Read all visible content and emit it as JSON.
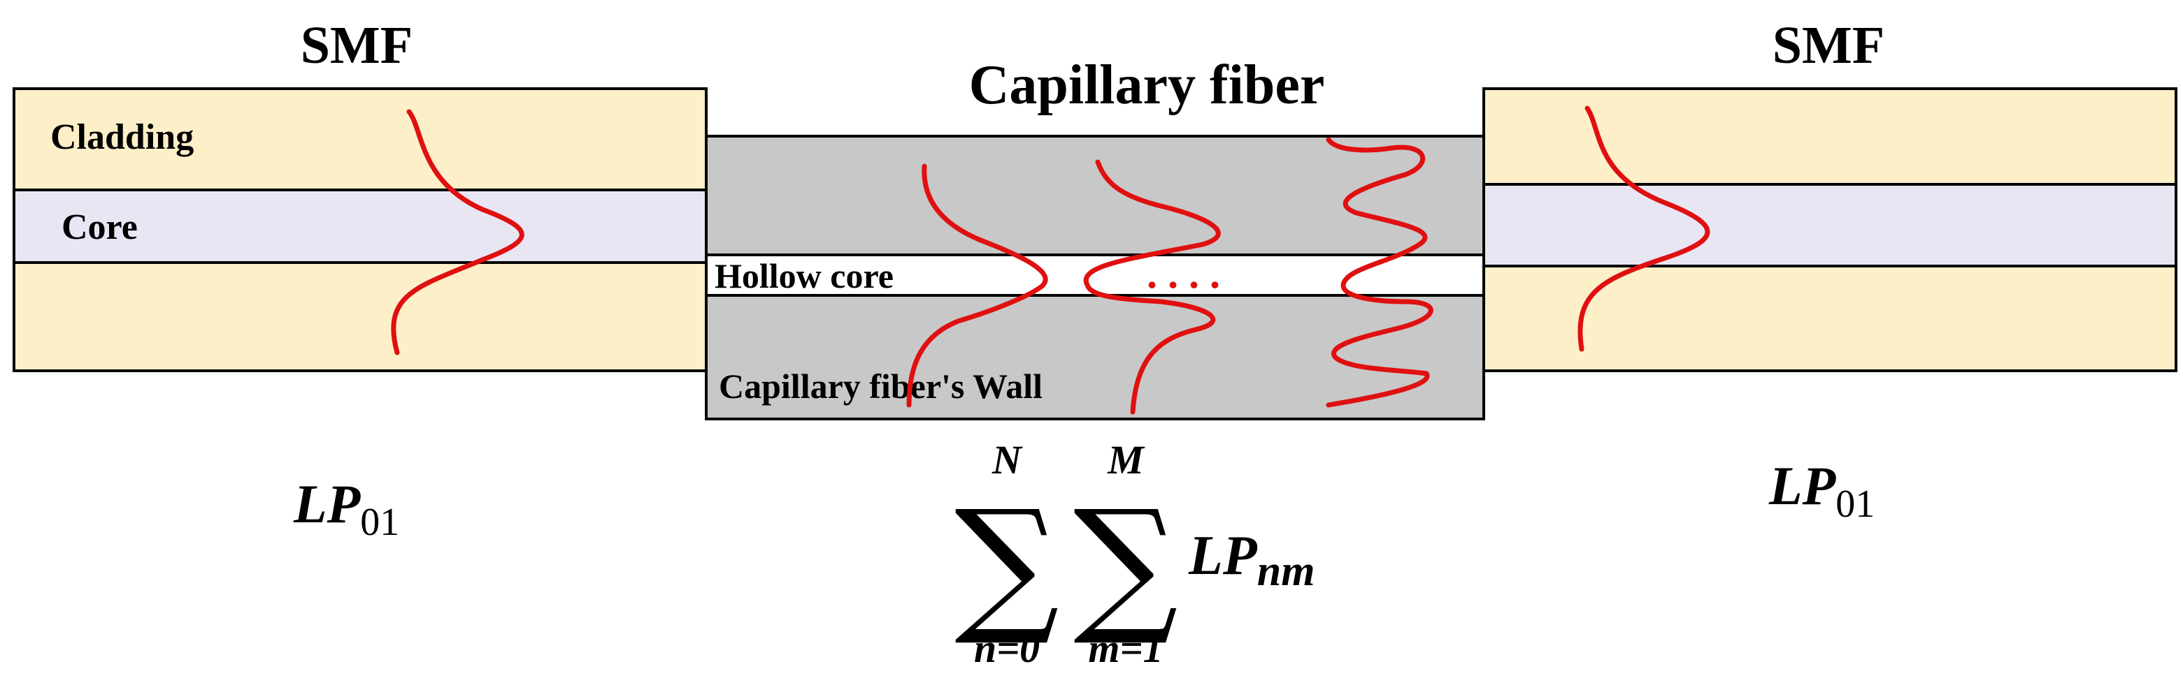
{
  "left_smf": {
    "title": "SMF",
    "cladding_label": "Cladding",
    "core_label": "Core",
    "mode_label": {
      "main": "LP",
      "sub": "01"
    }
  },
  "capillary": {
    "title": "Capillary fiber",
    "hollow_core_label": "Hollow core",
    "wall_label": "Capillary fiber's Wall",
    "ellipsis": ". . . .",
    "formula": {
      "sum1_top": "N",
      "sum1_bottom": "n=0",
      "sum2_top": "M",
      "sum2_bottom": "m=1",
      "sigma": "∑",
      "term_main": "LP",
      "term_sub": "nm"
    }
  },
  "right_smf": {
    "title": "SMF",
    "mode_label": {
      "main": "LP",
      "sub": "01"
    }
  },
  "colors": {
    "cladding": "#fdefc8",
    "core": "#e9e6f3",
    "capillary_wall": "#c8c8c8",
    "hollow_core": "#ffffff",
    "mode_curve": "#e01010",
    "outline": "#000000"
  }
}
